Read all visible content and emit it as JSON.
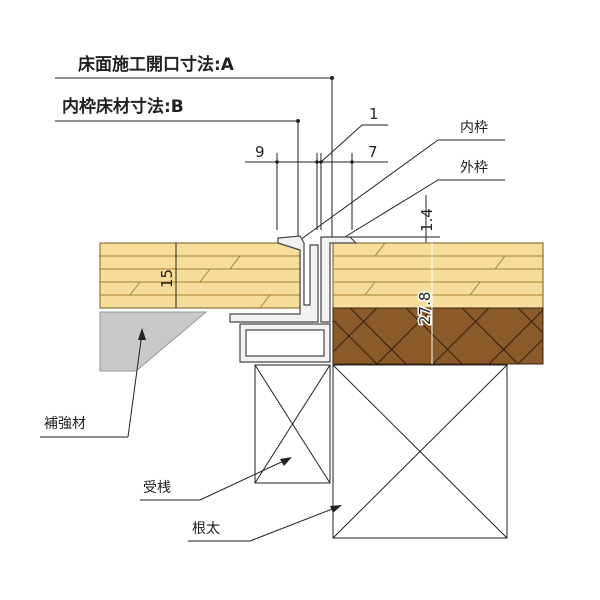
{
  "titles": {
    "opening": "床面施工開口寸法:A",
    "inner_floor": "内枠床材寸法:B"
  },
  "dimensions": {
    "d1": "1",
    "d9": "9",
    "d7": "7",
    "d1_4": "1.4",
    "d15": "15",
    "d27_8": "27.8"
  },
  "labels": {
    "inner_frame": "内枠",
    "outer_frame": "外枠",
    "reinforcement": "補強材",
    "support_bar": "受桟",
    "joist": "根太"
  },
  "colors": {
    "wood": "#f6dd9c",
    "wood_line": "#a8812e",
    "subfloor": "#8a5a2b",
    "reinforcement": "#c9c9c9"
  }
}
